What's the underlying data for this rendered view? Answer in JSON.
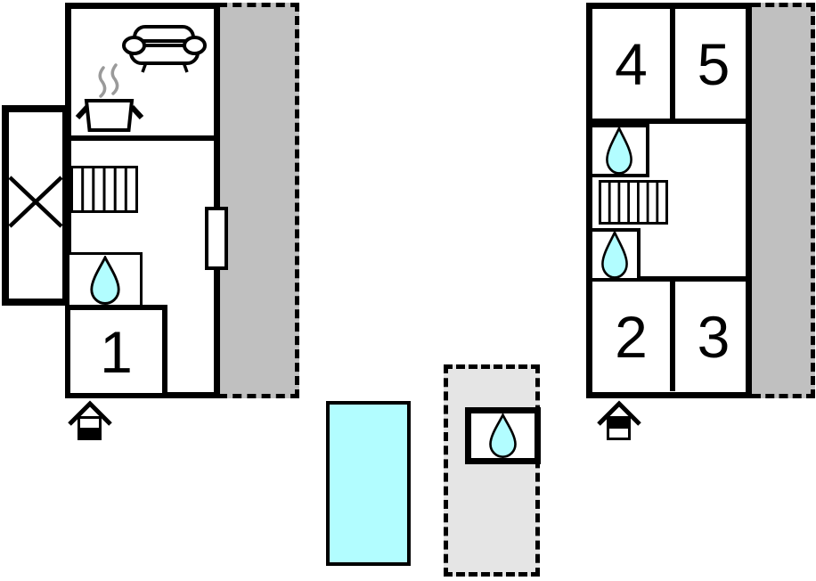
{
  "colors": {
    "wall": "#000000",
    "terrace": "#c0c0c0",
    "outdoor": "#e5e5e5",
    "water": "#b2fdff",
    "steam": "#9a9a9a",
    "floor": "#ffffff"
  },
  "left_building": {
    "rooms": [
      {
        "label": "1"
      }
    ],
    "icons": [
      "sofa-icon",
      "stove-icon",
      "stairs-icon",
      "water-drop-icon",
      "cross-icon",
      "door",
      "entrance-icon"
    ]
  },
  "right_building": {
    "rooms": [
      {
        "label": "4"
      },
      {
        "label": "5"
      },
      {
        "label": "2"
      },
      {
        "label": "3"
      }
    ],
    "icons": [
      "water-drop-icon",
      "stairs-icon",
      "water-drop-icon",
      "entrance-icon"
    ]
  },
  "outdoor": {
    "icons": [
      "pool",
      "water-drop-icon"
    ]
  }
}
